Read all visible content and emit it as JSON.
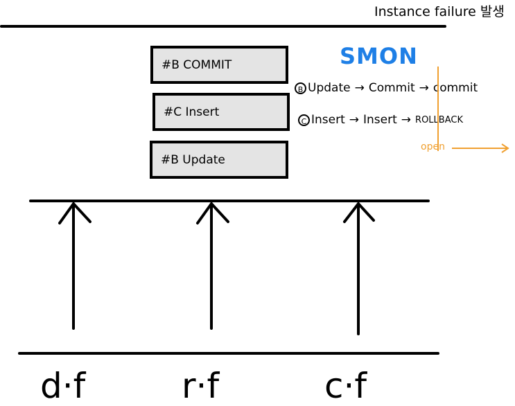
{
  "header": {
    "text": "Instance failure 발생"
  },
  "transactions": [
    {
      "label": "#B COMMIT"
    },
    {
      "label": "#C Insert"
    },
    {
      "label": "#B Update"
    }
  ],
  "smon": {
    "title": "SMON",
    "rows": [
      {
        "marker": "B",
        "step1": "Update",
        "step2": "Commit",
        "result": "commit"
      },
      {
        "marker": "C",
        "step1": "Insert",
        "step2": "Insert",
        "result": "ROLLBACK"
      }
    ],
    "open_label": "open",
    "arrow_glyph": "→"
  },
  "files": [
    {
      "label": "d·f"
    },
    {
      "label": "r·f"
    },
    {
      "label": "c·f"
    }
  ],
  "colors": {
    "smon": "#1e7fe6",
    "open": "#f0a030",
    "box_fill": "#e4e4e4"
  }
}
